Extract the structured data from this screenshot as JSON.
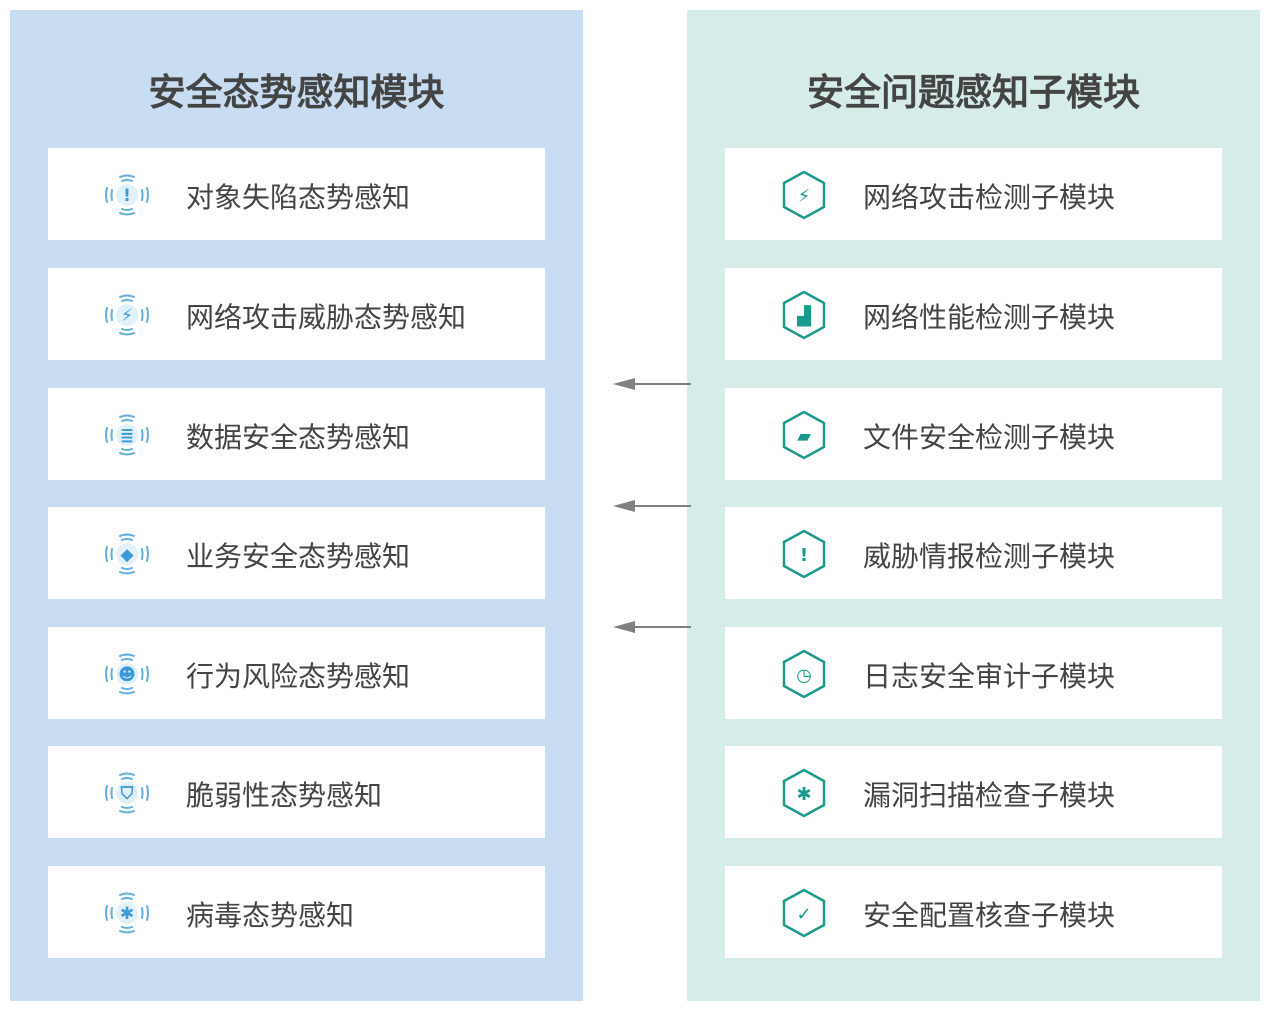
{
  "left": {
    "title": "安全态势感知模块",
    "color": "#3a9ad9",
    "items": [
      {
        "label": "对象失陷态势感知",
        "icon": "warning-icon",
        "glyph": "!"
      },
      {
        "label": "网络攻击威胁态势感知",
        "icon": "lightning-icon",
        "glyph": "⚡"
      },
      {
        "label": "数据安全态势感知",
        "icon": "database-icon",
        "glyph": "≣"
      },
      {
        "label": "业务安全态势感知",
        "icon": "layers-icon",
        "glyph": "◆"
      },
      {
        "label": "行为风险态势感知",
        "icon": "user-risk-icon",
        "glyph": "☻"
      },
      {
        "label": "脆弱性态势感知",
        "icon": "shield-icon",
        "glyph": "⛉"
      },
      {
        "label": "病毒态势感知",
        "icon": "bug-icon",
        "glyph": "✱"
      }
    ]
  },
  "right": {
    "title": "安全问题感知子模块",
    "color": "#1a9a8a",
    "items": [
      {
        "label": "网络攻击检测子模块",
        "icon": "lightning-icon",
        "glyph": "⚡"
      },
      {
        "label": "网络性能检测子模块",
        "icon": "chart-icon",
        "glyph": "▟"
      },
      {
        "label": "文件安全检测子模块",
        "icon": "folder-lock-icon",
        "glyph": "▰"
      },
      {
        "label": "威胁情报检测子模块",
        "icon": "alert-clipboard-icon",
        "glyph": "!"
      },
      {
        "label": "日志安全审计子模块",
        "icon": "calendar-clock-icon",
        "glyph": "◷"
      },
      {
        "label": "漏洞扫描检查子模块",
        "icon": "bug-icon",
        "glyph": "✱"
      },
      {
        "label": "安全配置核查子模块",
        "icon": "abc-check-icon",
        "glyph": "✓"
      }
    ]
  },
  "arrow_color": "#808080"
}
